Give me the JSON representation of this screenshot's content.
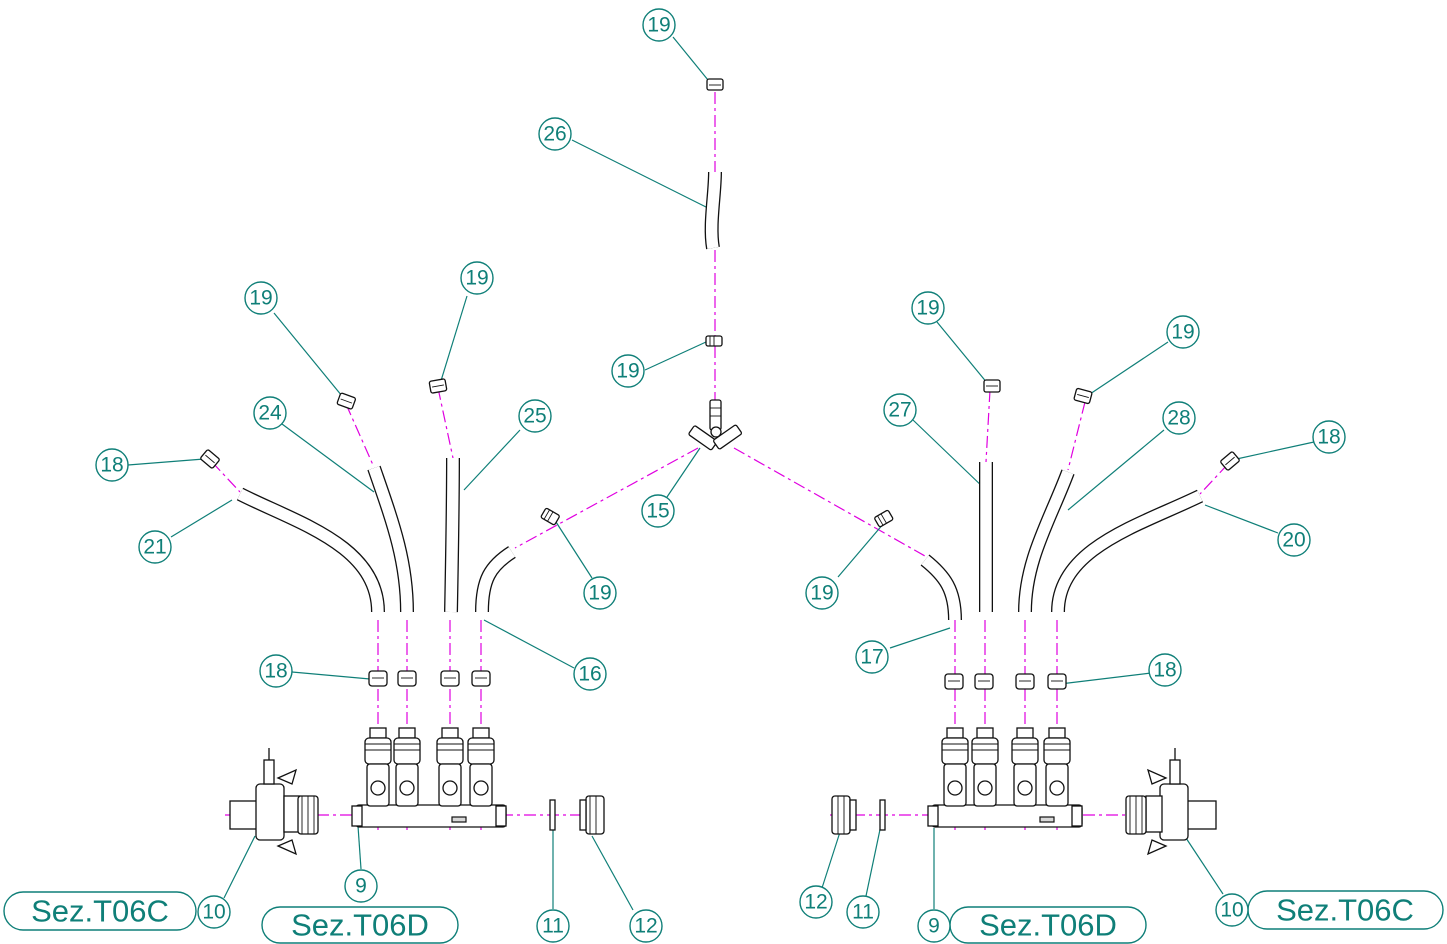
{
  "diagram": {
    "balloons": [
      {
        "id": "b19-top",
        "label": "19"
      },
      {
        "id": "b26",
        "label": "26"
      },
      {
        "id": "b19-tee-top",
        "label": "19"
      },
      {
        "id": "b15",
        "label": "15"
      },
      {
        "id": "b19-left-elbow",
        "label": "19"
      },
      {
        "id": "b19-right-elbow",
        "label": "19"
      },
      {
        "id": "b19-left-a",
        "label": "19"
      },
      {
        "id": "b19-left-b",
        "label": "19"
      },
      {
        "id": "b24",
        "label": "24"
      },
      {
        "id": "b25",
        "label": "25"
      },
      {
        "id": "b18-left-top",
        "label": "18"
      },
      {
        "id": "b21",
        "label": "21"
      },
      {
        "id": "b16",
        "label": "16"
      },
      {
        "id": "b18-left-bottom",
        "label": "18"
      },
      {
        "id": "b19-right-a",
        "label": "19"
      },
      {
        "id": "b19-right-b",
        "label": "19"
      },
      {
        "id": "b27",
        "label": "27"
      },
      {
        "id": "b28",
        "label": "28"
      },
      {
        "id": "b18-right-top",
        "label": "18"
      },
      {
        "id": "b20",
        "label": "20"
      },
      {
        "id": "b17",
        "label": "17"
      },
      {
        "id": "b18-right-bottom",
        "label": "18"
      },
      {
        "id": "b9-left",
        "label": "9"
      },
      {
        "id": "b10-left",
        "label": "10"
      },
      {
        "id": "b11-left",
        "label": "11"
      },
      {
        "id": "b12-left",
        "label": "12"
      },
      {
        "id": "b12-right",
        "label": "12"
      },
      {
        "id": "b11-right",
        "label": "11"
      },
      {
        "id": "b9-right",
        "label": "9"
      },
      {
        "id": "b10-right",
        "label": "10"
      }
    ],
    "references": [
      {
        "id": "ref-t06c-left",
        "label": "Sez.T06C"
      },
      {
        "id": "ref-t06d-left",
        "label": "Sez.T06D"
      },
      {
        "id": "ref-t06d-right",
        "label": "Sez.T06D"
      },
      {
        "id": "ref-t06c-right",
        "label": "Sez.T06C"
      }
    ],
    "colors": {
      "annotation": "#0f7f78",
      "centerline": "#e000e0",
      "outline": "#111111"
    }
  }
}
